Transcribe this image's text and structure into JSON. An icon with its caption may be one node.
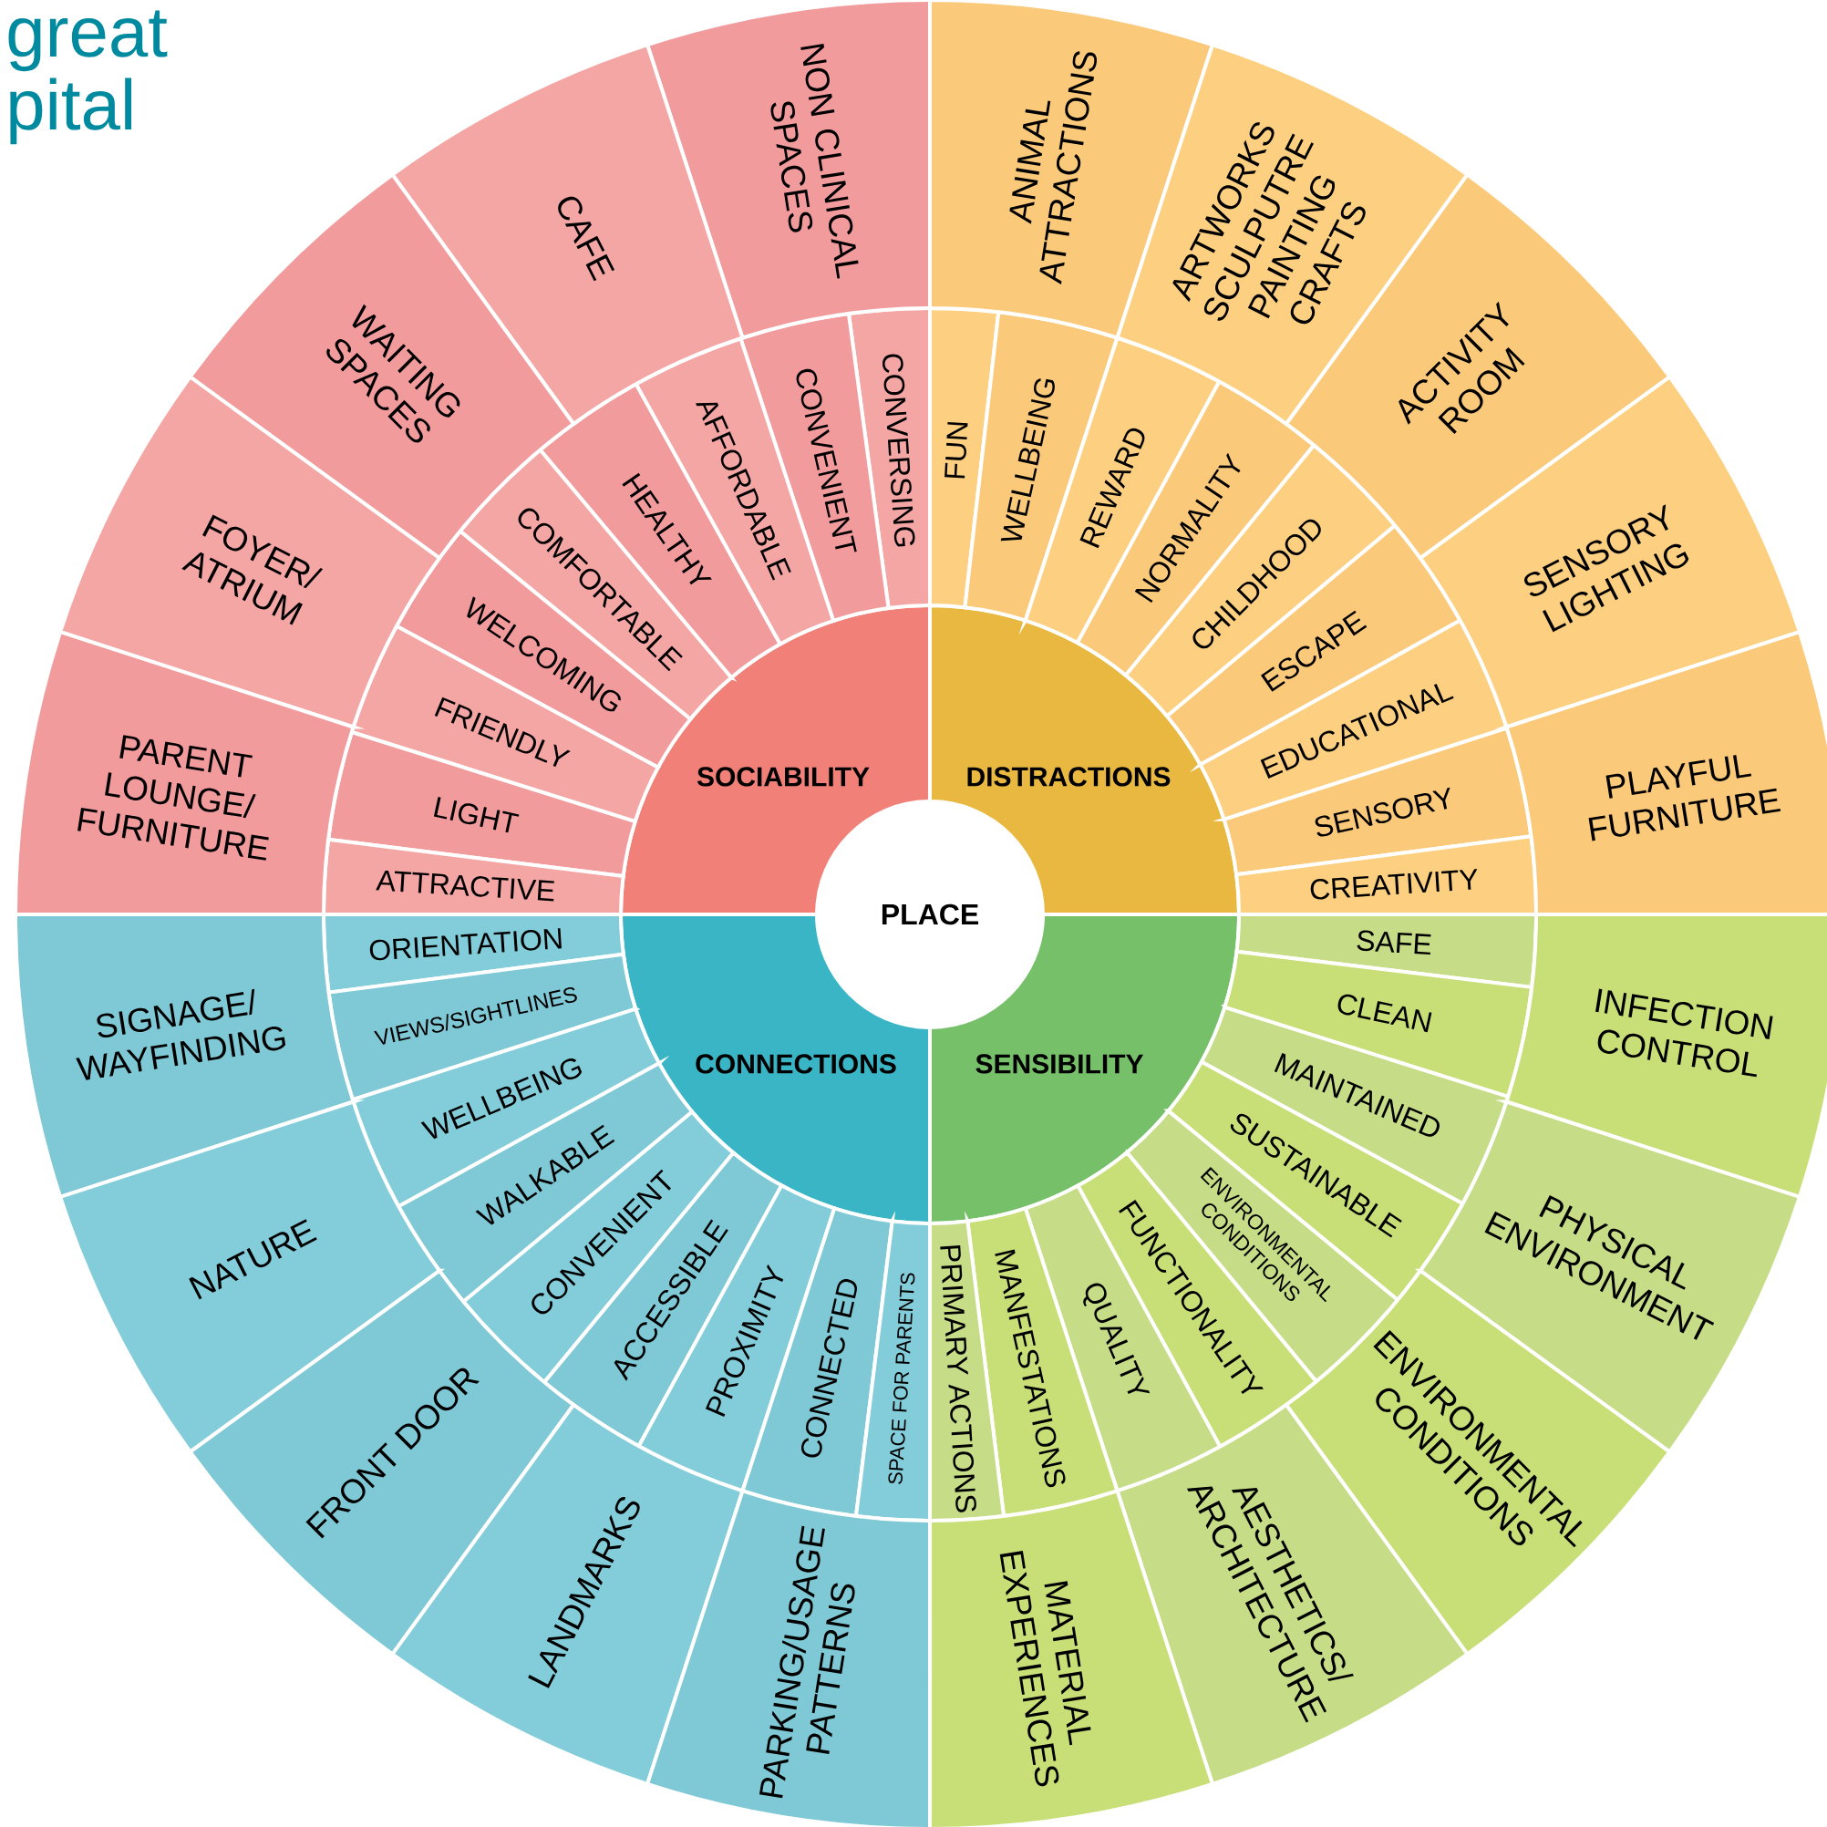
{
  "diagram": {
    "nodes": [
      {
        "text": [
          "PLACE"
        ]
      },
      {
        "text": [
          "SOCIABILITY"
        ]
      },
      {
        "text": [
          "DISTRACTIONS"
        ]
      },
      {
        "text": [
          "CONNECTIONS"
        ]
      },
      {
        "text": [
          "SENSIBILITY"
        ]
      },
      {
        "text": [
          "CONVERSING"
        ]
      },
      {
        "text": [
          "CONVENIENT"
        ]
      },
      {
        "text": [
          "AFFORDABLE"
        ]
      },
      {
        "text": [
          "HEALTHY"
        ]
      },
      {
        "text": [
          "COMFORTABLE"
        ]
      },
      {
        "text": [
          "WELCOMING"
        ]
      },
      {
        "text": [
          "FRIENDLY"
        ]
      },
      {
        "text": [
          "LIGHT"
        ]
      },
      {
        "text": [
          "ATTRACTIVE"
        ]
      },
      {
        "text": [
          "FUN"
        ]
      },
      {
        "text": [
          "WELLBEING"
        ]
      },
      {
        "text": [
          "REWARD"
        ]
      },
      {
        "text": [
          "NORMALITY"
        ]
      },
      {
        "text": [
          "CHILDHOOD"
        ]
      },
      {
        "text": [
          "ESCAPE"
        ]
      },
      {
        "text": [
          "EDUCATIONAL"
        ]
      },
      {
        "text": [
          "SENSORY"
        ]
      },
      {
        "text": [
          "CREATIVITY"
        ]
      },
      {
        "text": [
          "ORIENTATION"
        ]
      },
      {
        "text": [
          "VIEWS/SIGHTLINES"
        ]
      },
      {
        "text": [
          "WELLBEING"
        ]
      },
      {
        "text": [
          "WALKABLE"
        ]
      },
      {
        "text": [
          "CONVENIENT"
        ]
      },
      {
        "text": [
          "ACCESSIBLE"
        ]
      },
      {
        "text": [
          "PROXIMITY"
        ]
      },
      {
        "text": [
          "CONNECTED"
        ]
      },
      {
        "text": [
          "SPACE FOR PARENTS"
        ]
      },
      {
        "text": [
          "SAFE"
        ]
      },
      {
        "text": [
          "CLEAN"
        ]
      },
      {
        "text": [
          "MAINTAINED"
        ]
      },
      {
        "text": [
          "SUSTAINABLE"
        ]
      },
      {
        "text": [
          "ENVIRONMENTAL CONDITIONS"
        ]
      },
      {
        "text": [
          "FUNCTIONALITY"
        ]
      },
      {
        "text": [
          "QUALITY"
        ]
      },
      {
        "text": [
          "MANFESTATIONS"
        ]
      },
      {
        "text": [
          "PRIMARY ACTIONS"
        ]
      },
      {
        "text": [
          "NON CLINICAL SPACES"
        ]
      },
      {
        "text": [
          "CAFE"
        ]
      },
      {
        "text": [
          "WAITING SPACES"
        ]
      },
      {
        "text": [
          "FOYER/ ATRIUM"
        ]
      },
      {
        "text": [
          "PARENT LOUNGE/ FURNITURE"
        ]
      },
      {
        "text": [
          "ANIMAL ATTRACTIONS"
        ]
      },
      {
        "text": [
          "ARTWORKS SCULPUTRE PAINTING CRAFTS"
        ]
      },
      {
        "text": [
          "ACTIVITY ROOM"
        ]
      },
      {
        "text": [
          "SENSORY LIGHTING"
        ]
      },
      {
        "text": [
          "PLAYFUL FURNITURE"
        ]
      },
      {
        "text": [
          "SIGNAGE/ WAYFINDING"
        ]
      },
      {
        "text": [
          "NATURE"
        ]
      },
      {
        "text": [
          "FRONT DOOR"
        ]
      },
      {
        "text": [
          "LANDMARKS"
        ]
      },
      {
        "text": [
          "PARKING/USAGE PATTERNS"
        ]
      },
      {
        "text": [
          "INFECTION CONTROL"
        ]
      },
      {
        "text": [
          "PHYSICAL ENVIRONMENT"
        ]
      },
      {
        "text": [
          "ENVIRONMENTAL CONDITIONS"
        ]
      },
      {
        "text": [
          "AESTHETICS/ ARCHITECTURE"
        ]
      },
      {
        "text": [
          "MATERIAL EXPERIENCES"
        ]
      }
    ],
    "labels": [
      "great",
      "pital"
    ]
  }
}
